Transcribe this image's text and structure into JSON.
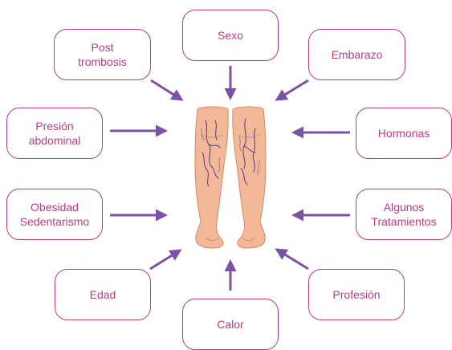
{
  "diagram": {
    "subject": "legs-with-varicose-veins-illustration",
    "accent_color": "#b43e82",
    "arrow_color": "#7a52a6",
    "factors": {
      "post_trombosis": "Post\ntrombosis",
      "sexo": "Sexo",
      "embarazo": "Embarazo",
      "presion_abdominal": "Presión\nabdominal",
      "hormonas": "Hormonas",
      "obesidad_sedentarismo": "Obesidad\nSedentarismo",
      "algunos_tratamientos": "Algunos\nTratamientos",
      "edad": "Edad",
      "profesion": "Profesión",
      "calor": "Calor"
    }
  }
}
